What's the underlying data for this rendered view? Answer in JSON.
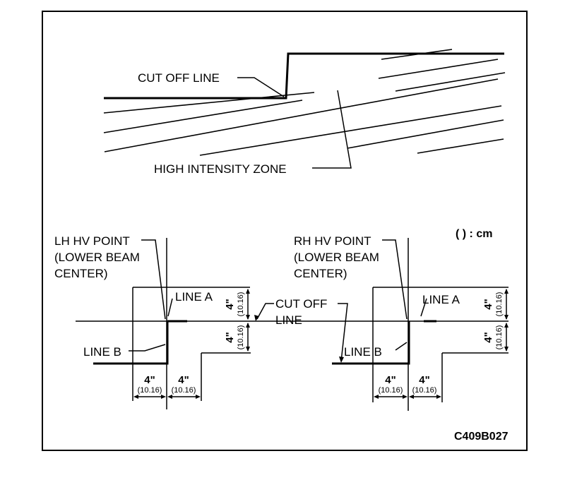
{
  "diagram": {
    "labels": {
      "cut_off_line": "CUT OFF LINE",
      "high_intensity_zone": "HIGH INTENSITY ZONE",
      "unit_note": "(   ) : cm",
      "figure_code": "C409B027"
    },
    "left_panel": {
      "hv_point": [
        "LH HV POINT",
        "(LOWER BEAM",
        "CENTER)"
      ],
      "line_a": "LINE A",
      "line_b": "LINE B",
      "dims": [
        {
          "value": "4\"",
          "metric": "(10.16)"
        },
        {
          "value": "4\"",
          "metric": "(10.16)"
        },
        {
          "value": "4\"",
          "metric": "(10.16)"
        },
        {
          "value": "4\"",
          "metric": "(10.16)"
        }
      ]
    },
    "cut_off": [
      "CUT OFF",
      "LINE"
    ],
    "right_panel": {
      "hv_point": [
        "RH HV POINT",
        "(LOWER BEAM",
        "CENTER)"
      ],
      "line_a": "LINE A",
      "line_b": "LINE B",
      "dims": [
        {
          "value": "4\"",
          "metric": "(10.16)"
        },
        {
          "value": "4\"",
          "metric": "(10.16)"
        },
        {
          "value": "4\"",
          "metric": "(10.16)"
        },
        {
          "value": "4\"",
          "metric": "(10.16)"
        }
      ]
    }
  }
}
